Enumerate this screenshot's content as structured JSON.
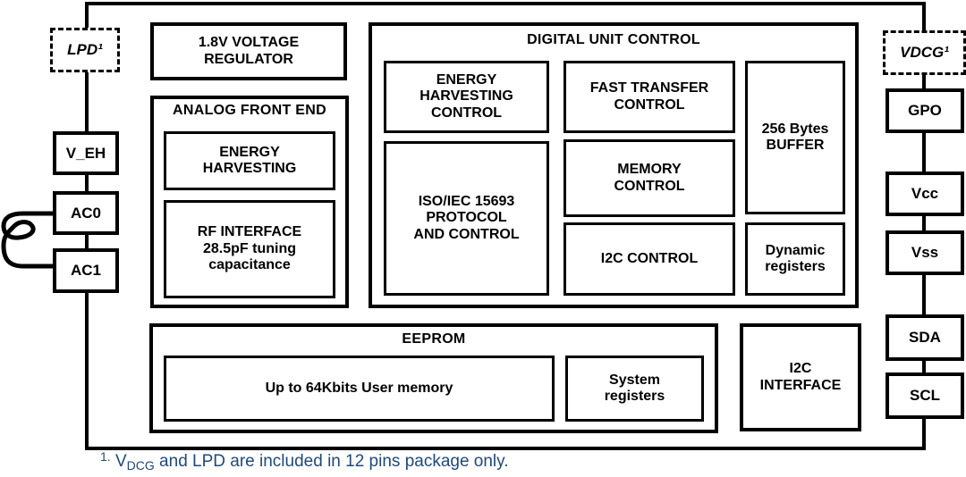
{
  "diagram": {
    "pads_left": {
      "lpd": "LPD¹",
      "veh": "V_EH",
      "ac0": "AC0",
      "ac1": "AC1"
    },
    "pads_right": {
      "vdcg": "VDCG¹",
      "gpo": "GPO",
      "vcc": "Vcc",
      "vss": "Vss",
      "sda": "SDA",
      "scl": "SCL"
    },
    "blocks": {
      "voltage_regulator": "1.8V VOLTAGE\nREGULATOR",
      "afe_title": "ANALOG FRONT END",
      "energy_harvesting": "ENERGY\nHARVESTING",
      "rf_interface": "RF INTERFACE\n28.5pF tuning\ncapacitance",
      "duc_title": "DIGITAL UNIT CONTROL",
      "eh_control": "ENERGY\nHARVESTING\nCONTROL",
      "fast_transfer": "FAST TRANSFER\nCONTROL",
      "buffer": "256 Bytes\nBUFFER",
      "iso_protocol": "ISO/IEC 15693\nPROTOCOL\nAND CONTROL",
      "memory_control": "MEMORY\nCONTROL",
      "i2c_control": "I2C CONTROL",
      "dynamic_registers": "Dynamic\nregisters",
      "eeprom_title": "EEPROM",
      "user_memory": "Up to 64Kbits User memory",
      "system_registers": "System\nregisters",
      "i2c_interface": "I2C\nINTERFACE"
    },
    "footnote": {
      "marker": "1.",
      "v": "V",
      "v_sub": "DCG",
      "text": " and LPD are included in 12 pins package only."
    },
    "colors": {
      "line": "#000000",
      "footnote_text": "#1E4A7A",
      "background": "#FFFFFF"
    }
  }
}
